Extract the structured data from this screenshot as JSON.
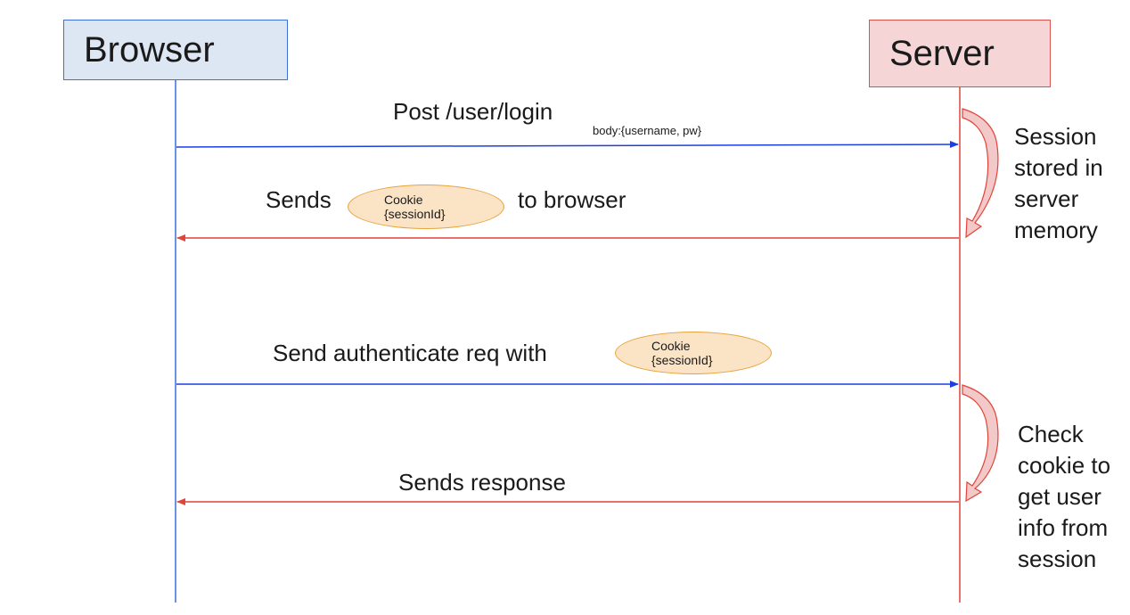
{
  "actors": {
    "browser": "Browser",
    "server": "Server"
  },
  "messages": {
    "login": {
      "label": "Post /user/login",
      "body_note": "body:{username, pw}"
    },
    "cookie_response": {
      "prefix": "Sends",
      "suffix": "to browser"
    },
    "auth_request": {
      "label": "Send authenticate req with"
    },
    "response": {
      "label": "Sends response"
    }
  },
  "cookies": [
    {
      "line1": "Cookie",
      "line2": "{sessionId}"
    },
    {
      "line1": "Cookie",
      "line2": "{sessionId}"
    }
  ],
  "notes": [
    {
      "lines": [
        "Session",
        "stored in",
        "server",
        "memory"
      ]
    },
    {
      "lines": [
        "Check",
        "cookie to",
        "get user",
        "info from",
        "session"
      ]
    }
  ],
  "colors": {
    "request_arrow": "#1c3fe0",
    "response_arrow": "#e0443a",
    "browser_fill": "#dce7f3",
    "server_fill": "#f5d5d5",
    "cookie_fill": "#fbe3c6",
    "cookie_border": "#e8a33b"
  }
}
